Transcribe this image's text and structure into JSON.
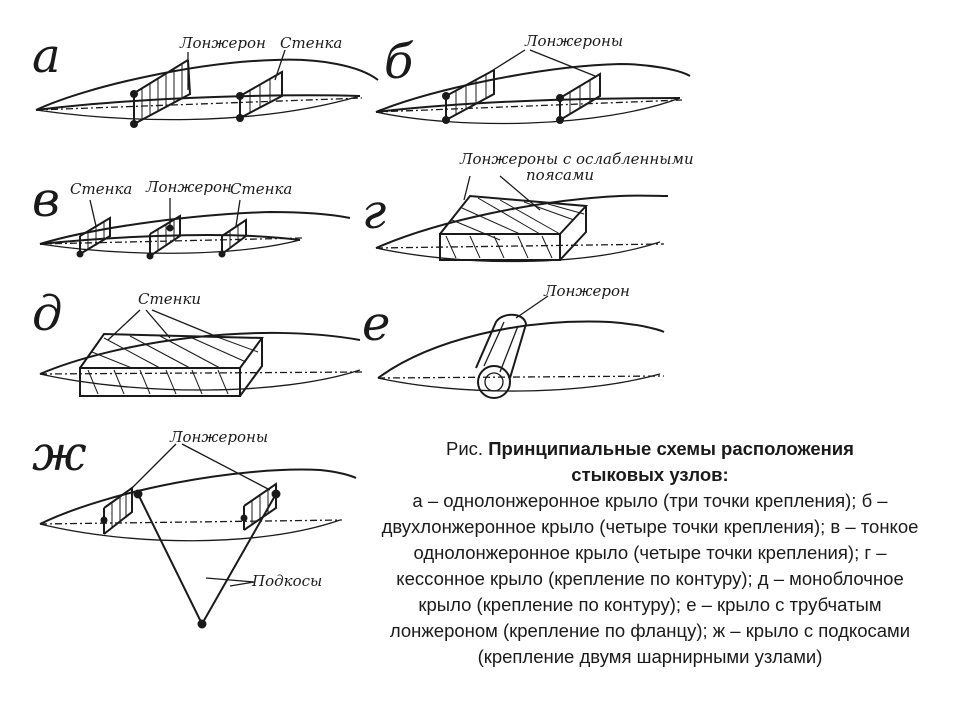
{
  "panels": {
    "a": {
      "letter": "а",
      "labels": [
        "Лонжерон",
        "Стенка"
      ]
    },
    "b": {
      "letter": "б",
      "labels": [
        "Лонжероны"
      ]
    },
    "v": {
      "letter": "в",
      "labels": [
        "Стенка",
        "Лонжерон",
        "Стенка"
      ]
    },
    "g": {
      "letter": "г",
      "labels": [
        "Лонжероны с ослабленными",
        "поясами"
      ]
    },
    "d": {
      "letter": "д",
      "labels": [
        "Стенки"
      ]
    },
    "e": {
      "letter": "е",
      "labels": [
        "Лонжерон"
      ]
    },
    "zh": {
      "letter": "ж",
      "labels": [
        "Лонжероны",
        "Подкосы"
      ]
    }
  },
  "caption": {
    "prefix": "Рис.",
    "title_line1": "Принципиальные схемы расположения",
    "title_line2": "стыковых узлов:",
    "body": "а – однолонжеронное крыло (три точки крепления); б – двухлонжеронное крыло (четыре точки крепления); в – тонкое однолонжеронное крыло (четыре точки крепления); г – кессонное крыло (крепление по контуру); д – моноблочное крыло (крепление по контуру); е – крыло с трубчатым лонжероном (крепление по фланцу); ж – крыло с подкосами (крепление двумя шарнирными узлами)"
  }
}
